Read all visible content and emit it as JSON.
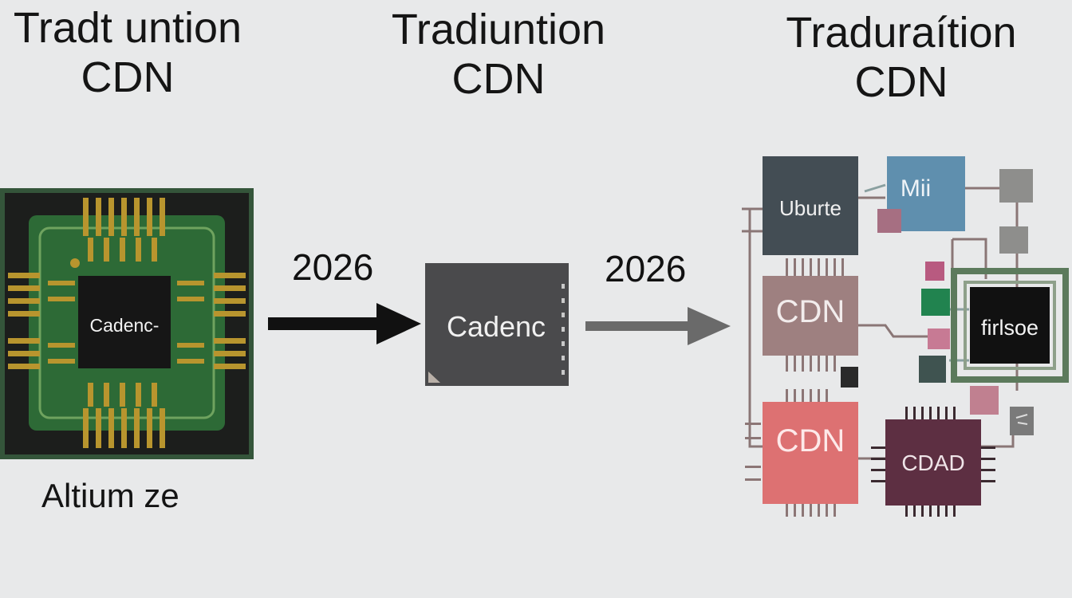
{
  "titles": {
    "left": {
      "line1": "Tradt untion",
      "line2": "CDN"
    },
    "middle": {
      "line1": "Tradiuntion",
      "line2": "CDN"
    },
    "right": {
      "line1": "Traduraítion",
      "line2": "CDN"
    }
  },
  "steps": {
    "first_year": "2026",
    "second_year": "2026"
  },
  "left_chip": {
    "label": "Cadenc-",
    "caption": "Altium ze"
  },
  "middle_chip": {
    "label": "Cadenc"
  },
  "right_system": {
    "blocks": {
      "ubuntu": "Uburte",
      "mii": "Mii",
      "cdn_top": "CDN",
      "cdn_bottom": "CDN",
      "cdad": "CDAD",
      "firlsoe": "firlsoe"
    }
  },
  "colors": {
    "background": "#e8e9ea",
    "pcb_green": "#2f5b34",
    "chip_dark": "#1a1a1a",
    "gold_pin": "#b8952e",
    "arrow_black": "#111111",
    "arrow_gray": "#6a6a6a",
    "block_slate": "#424c53",
    "block_blue": "#5e8fae",
    "block_mauve": "#9e7f80",
    "block_coral": "#dc6f70",
    "block_plum": "#5e2f40"
  },
  "icons": [
    "arrow-right-icon",
    "chip-icon"
  ]
}
